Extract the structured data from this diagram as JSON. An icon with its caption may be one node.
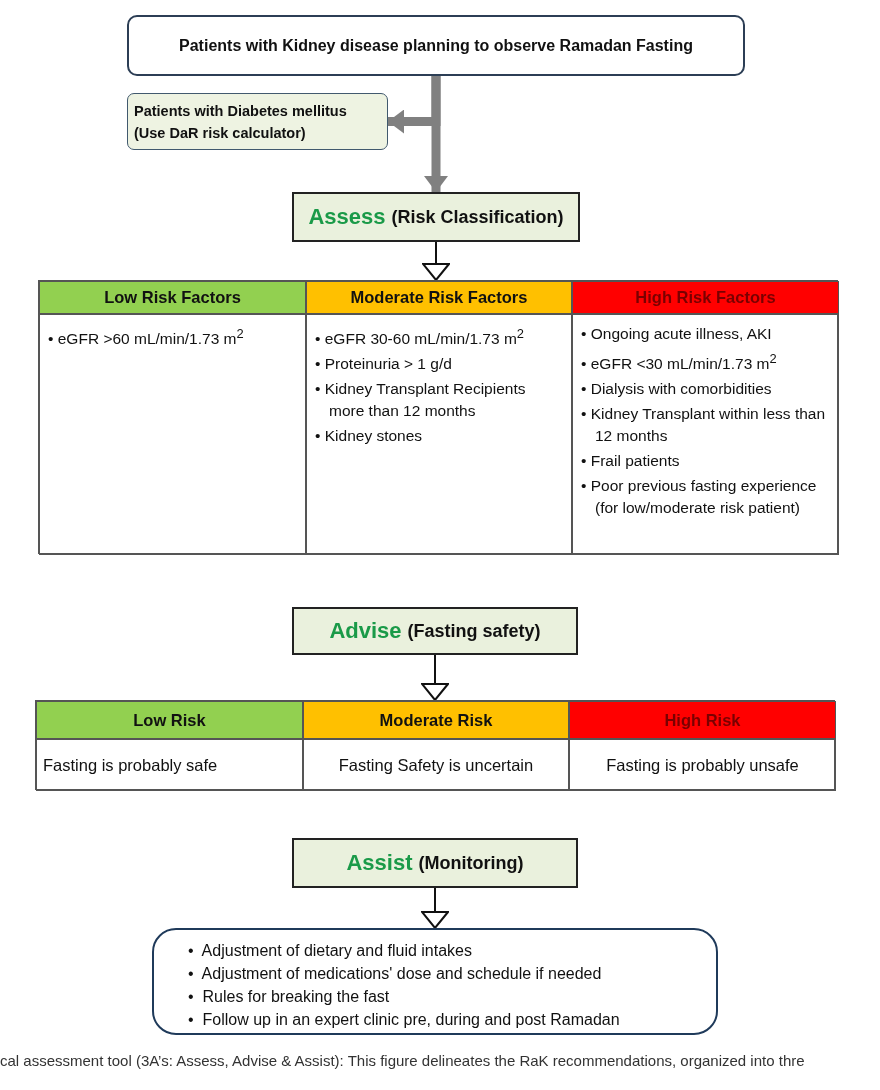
{
  "diagram": {
    "caption": "cal assessment tool (3A’s: Assess, Advise & Assist): This figure delineates the RaK recommendations, organized into thre",
    "nodes": [
      {
        "text": [
          "Patients with Kidney disease planning to observe Ramadan Fasting"
        ]
      },
      {
        "text": [
          "Patients with Diabetes mellitus (Use DaR risk calculator)"
        ]
      },
      {
        "text": [
          "Assess",
          "(Risk Classification)"
        ]
      },
      {
        "text": [],
        "shape": "box"
      },
      {
        "text": [
          "Low Risk Factors"
        ],
        "in": 3
      },
      {
        "text": [
          "Moderate Risk Factors"
        ],
        "in": 3
      },
      {
        "text": [
          "High Risk Factors"
        ],
        "in": 3
      },
      {
        "text": [
          "• eGFR >60 mL/min/1.73 m$^{2}$"
        ],
        "in": 3
      },
      {
        "text": [
          "• eGFR 30-60 mL/min/1.73 m$^{2}$",
          "• Proteinuria > 1 g/d",
          "• Kidney Transplant Recipients more than 12 months",
          "• Kidney stones"
        ],
        "in": 3
      },
      {
        "text": [
          "• Ongoing acute illness, AKI",
          "• eGFR <30 mL/min/1.73 m$^{2}$",
          "• Dialysis with comorbidities",
          "• Kidney Transplant within less than 12 months",
          "• Frail patients",
          "• Poor previous fasting experience (for low/moderate risk patient)"
        ],
        "in": 3
      },
      {
        "text": [
          "Advise",
          "(Fasting safety)"
        ]
      },
      {
        "text": [],
        "shape": "box"
      },
      {
        "text": [
          "Low Risk"
        ],
        "in": 11
      },
      {
        "text": [
          "Moderate Risk"
        ],
        "in": 11
      },
      {
        "text": [
          "High Risk"
        ],
        "in": 11
      },
      {
        "text": [
          "Fasting is probably safe"
        ],
        "in": 11
      },
      {
        "text": [
          "Fasting Safety is uncertain"
        ],
        "in": 11
      },
      {
        "text": [
          "Fasting is probably unsafe"
        ],
        "in": 11
      },
      {
        "text": [
          "Assist",
          "(Monitoring)"
        ]
      },
      {
        "text": [
          "•  Adjustment of dietary and fluid intakes",
          "•  Adjustment of medications' dose and schedule if needed",
          "•  Rules for breaking the fast",
          "•  Follow up in an expert clinic pre, during and post Ramadan"
        ]
      }
    ],
    "edges": [
      {
        "from": 0,
        "to": 2,
        "arrow": "to",
        "style": "thick",
        "color": "#808080"
      },
      {
        "from": 0,
        "to": 1,
        "arrow": "to",
        "style": "thick",
        "color": "#808080"
      },
      {
        "from": 2,
        "to": 3,
        "arrow": "to"
      },
      {
        "from": 10,
        "to": 11,
        "arrow": "to"
      },
      {
        "from": 18,
        "to": 19,
        "arrow": "to"
      }
    ]
  }
}
